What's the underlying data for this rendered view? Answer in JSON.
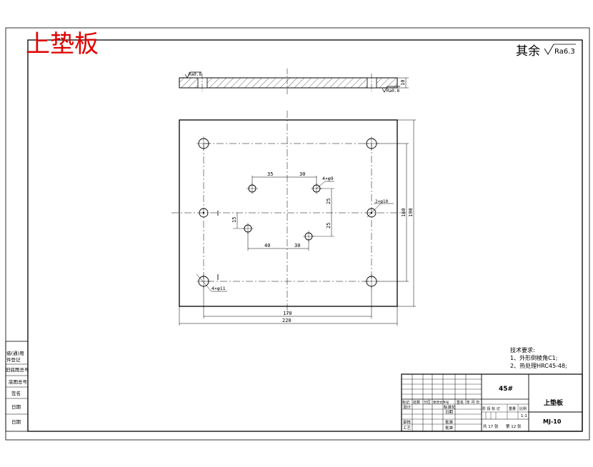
{
  "title_red": "上垫板",
  "roughness_note": {
    "prefix": "其余",
    "value": "Ra6.3"
  },
  "section_view": {
    "left_note": "Ra0.8",
    "right_note": "Ra0.8",
    "thickness": "10"
  },
  "dimensions": {
    "d35": "35",
    "d30": "30",
    "hole_4xd9": "4×φ9",
    "hole_2xd10": "2×φ10",
    "d25a": "25",
    "d25b": "25",
    "d15": "15",
    "d40": "40",
    "d30b": "30",
    "hole_4xd11": "4×φ11",
    "d170": "170",
    "d220": "220",
    "d160": "160",
    "d190": "190"
  },
  "tech_requirements": {
    "heading": "技术要求:",
    "item1": "1、外形倒棱角C1;",
    "item2": "2、热处理HRC45-48;"
  },
  "left_column": {
    "c1": "借(通)用",
    "c1b": "件登记",
    "c2": "旧底图总号",
    "c3": "底图总号",
    "c4": "签名",
    "c5": "日期",
    "c6": "日期"
  },
  "title_block": {
    "row_headers": [
      "标记",
      "处数",
      "分区",
      "更改文件号",
      "签名",
      "年 月 日"
    ],
    "design": "设计",
    "standardize": "标准化",
    "check": "审核",
    "process": "工艺",
    "approve": "批准",
    "sign_date": "日期",
    "material": "45#",
    "stage_labels": "阶 段 标 记",
    "weight": "重量",
    "scale": "比例",
    "scale_value": "1:1",
    "sheets_total": "共 17 张",
    "sheet_no": "第 12 张",
    "part_name": "上垫板",
    "drawing_no": "MJ-10"
  }
}
